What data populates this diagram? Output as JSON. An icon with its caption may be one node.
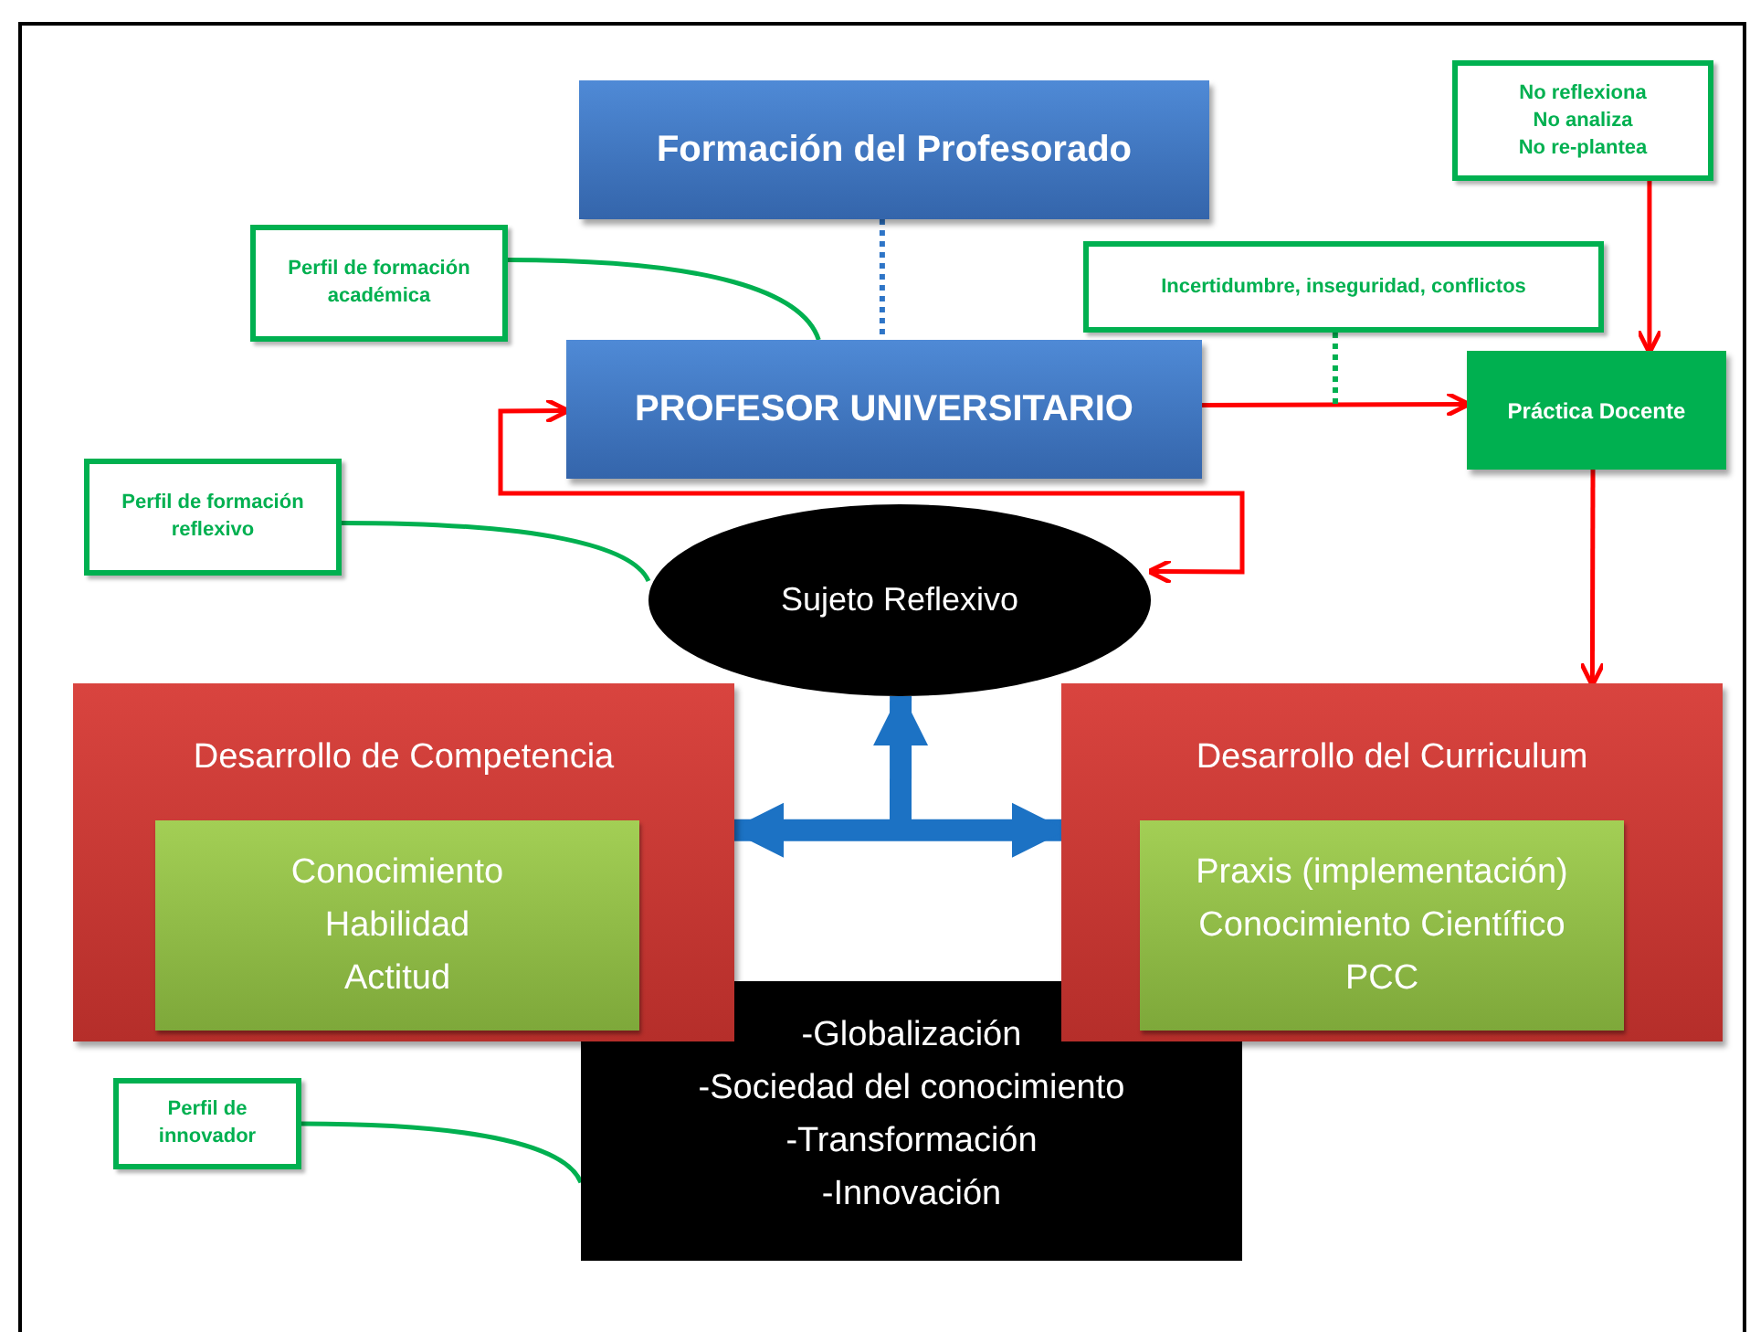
{
  "diagram": {
    "nodes": [
      {
        "text": [
          "Formación del Profesorado"
        ]
      },
      {
        "text": [
          "Perfil de formación académica"
        ]
      },
      {
        "text": [
          "No reflexiona",
          "No analiza",
          "No re-plantea"
        ]
      },
      {
        "text": [
          "Incertidumbre, inseguridad, conflictos"
        ]
      },
      {
        "text": [
          "PROFESOR UNIVERSITARIO"
        ]
      },
      {
        "text": [
          "Práctica Docente"
        ]
      },
      {
        "text": [
          "Perfil de formación reflexivo"
        ]
      },
      {
        "text": [
          "Sujeto Reflexivo"
        ]
      },
      {
        "text": [
          "Desarrollo de Competencia"
        ]
      },
      {
        "text": [
          "Conocimiento",
          "Habilidad",
          "Actitud"
        ],
        "in": 8
      },
      {
        "text": [
          "Desarrollo del Curriculum"
        ]
      },
      {
        "text": [
          "Praxis (implementación)",
          "Conocimiento Científico",
          "PCC"
        ],
        "in": 10
      },
      {
        "text": [
          "-Globalización",
          "-Sociedad del conocimiento",
          "-Transformación",
          "-Innovación"
        ]
      },
      {
        "text": [
          "Perfil de innovador"
        ]
      }
    ],
    "edges": [
      {
        "from": 0,
        "to": 4,
        "arrow": "none",
        "style": "dashed",
        "color": "#2e75c7"
      },
      {
        "from": 1,
        "to": 4,
        "arrow": "none",
        "color": "#00b050"
      },
      {
        "from": 6,
        "to": 7,
        "arrow": "none",
        "color": "#00b050"
      },
      {
        "from": 13,
        "to": 12,
        "arrow": "none",
        "color": "#00b050"
      },
      {
        "from": 4,
        "to": 5,
        "arrow": "to",
        "color": "#ff0000"
      },
      {
        "from": 3,
        "to": null,
        "arrow": "none",
        "style": "dashed",
        "color": "#00b050"
      },
      {
        "from": 2,
        "to": 5,
        "arrow": "to",
        "color": "#ff0000"
      },
      {
        "from": 5,
        "to": 10,
        "arrow": "to",
        "color": "#ff0000"
      },
      {
        "from": 7,
        "to": 4,
        "arrow": "both",
        "color": "#ff0000"
      },
      {
        "from": 8,
        "to": 10,
        "arrow": "both",
        "style": "thick",
        "color": "#1c72c4"
      },
      {
        "from": null,
        "to": 7,
        "arrow": "to",
        "style": "thick",
        "color": "#1c72c4"
      }
    ]
  }
}
